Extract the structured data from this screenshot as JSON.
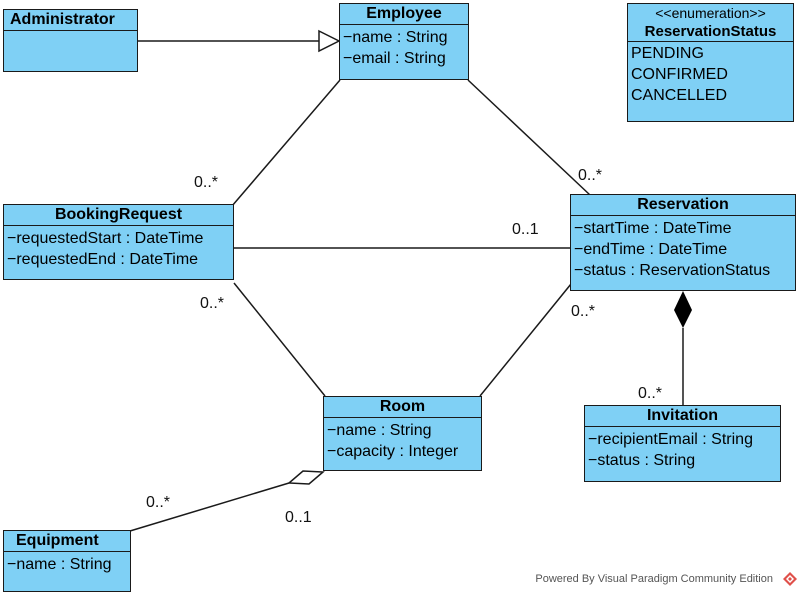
{
  "classes": {
    "administrator": {
      "name": "Administrator"
    },
    "employee": {
      "name": "Employee",
      "attributes": [
        "−name : String",
        "−email : String"
      ]
    },
    "reservation_status": {
      "stereotype": "<<enumeration>>",
      "name": "ReservationStatus",
      "literals": [
        "PENDING",
        "CONFIRMED",
        "CANCELLED"
      ]
    },
    "booking_request": {
      "name": "BookingRequest",
      "attributes": [
        "−requestedStart : DateTime",
        "−requestedEnd : DateTime"
      ]
    },
    "reservation": {
      "name": "Reservation",
      "attributes": [
        "−startTime : DateTime",
        "−endTime : DateTime",
        "−status : ReservationStatus"
      ]
    },
    "room": {
      "name": "Room",
      "attributes": [
        "−name : String",
        "−capacity : Integer"
      ]
    },
    "invitation": {
      "name": "Invitation",
      "attributes": [
        "−recipientEmail : String",
        "−status : String"
      ]
    },
    "equipment": {
      "name": "Equipment",
      "attributes": [
        "−name : String"
      ]
    }
  },
  "multiplicities": {
    "booking_employee": "0..*",
    "reservation_employee": "0..*",
    "booking_reservation": "0..1",
    "booking_room": "0..*",
    "reservation_room": "0..*",
    "invitation_reservation": "0..*",
    "equipment_room": "0..*",
    "room_equipment": "0..1"
  },
  "footer": "Powered By Visual Paradigm Community Edition",
  "colors": {
    "class_fill": "#7fd0f5",
    "stroke": "#1a1a1a",
    "logo": "#e0504a"
  }
}
